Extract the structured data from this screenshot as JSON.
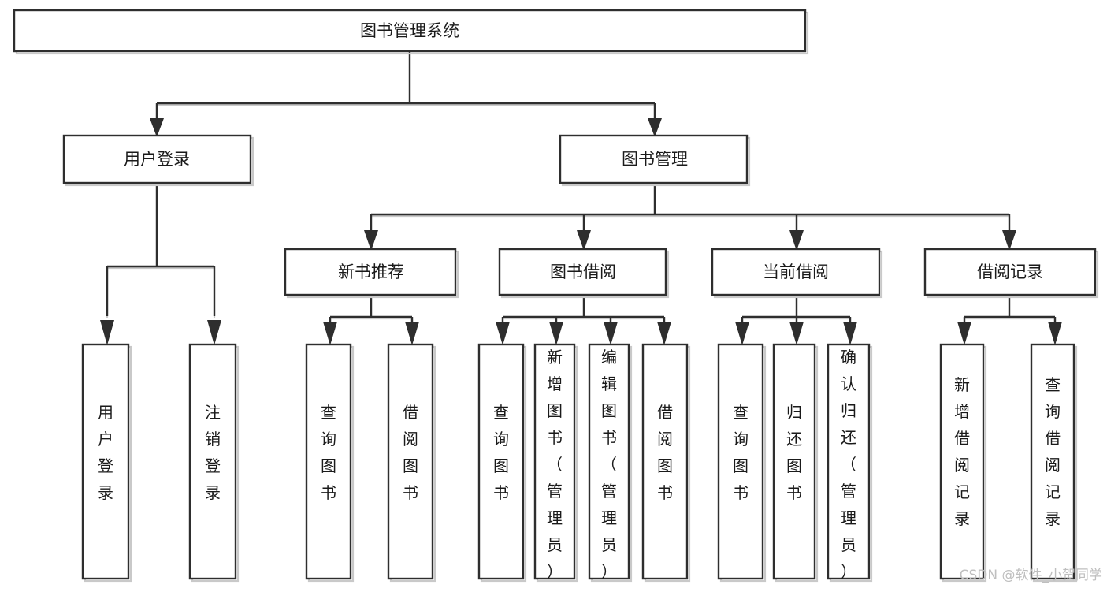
{
  "diagram": {
    "type": "hierarchy-tree",
    "title": "图书管理系统",
    "orientation": "top-down",
    "colors": {
      "box_fill": "#ffffff",
      "box_stroke": "#2e2e2e",
      "shadow": "#c9c9c9",
      "text": "#1a1a1a",
      "watermark": "#bfbfbf",
      "background": "#ffffff"
    },
    "root": {
      "id": "root",
      "label": "图书管理系统",
      "orientation": "horizontal"
    },
    "level2": [
      {
        "id": "user-login",
        "label": "用户登录",
        "orientation": "horizontal"
      },
      {
        "id": "book-management",
        "label": "图书管理",
        "orientation": "horizontal"
      }
    ],
    "level3": [
      {
        "id": "new-book-recommend",
        "label": "新书推荐",
        "orientation": "horizontal",
        "parent": "book-management"
      },
      {
        "id": "book-borrow",
        "label": "图书借阅",
        "orientation": "horizontal",
        "parent": "book-management"
      },
      {
        "id": "current-borrow",
        "label": "当前借阅",
        "orientation": "horizontal",
        "parent": "book-management"
      },
      {
        "id": "borrow-record",
        "label": "借阅记录",
        "orientation": "horizontal",
        "parent": "book-management"
      }
    ],
    "leaves": [
      {
        "id": "leaf-user-login",
        "label": "用户登录",
        "orientation": "vertical",
        "parent": "user-login"
      },
      {
        "id": "leaf-logout",
        "label": "注销登录",
        "orientation": "vertical",
        "parent": "user-login"
      },
      {
        "id": "leaf-query-book-1",
        "label": "查询图书",
        "orientation": "vertical",
        "parent": "new-book-recommend"
      },
      {
        "id": "leaf-borrow-book-1",
        "label": "借阅图书",
        "orientation": "vertical",
        "parent": "new-book-recommend"
      },
      {
        "id": "leaf-query-book-2",
        "label": "查询图书",
        "orientation": "vertical",
        "parent": "book-borrow"
      },
      {
        "id": "leaf-add-book",
        "label": "新增图书（管理员）",
        "orientation": "vertical",
        "parent": "book-borrow"
      },
      {
        "id": "leaf-edit-book",
        "label": "编辑图书（管理员）",
        "orientation": "vertical",
        "parent": "book-borrow"
      },
      {
        "id": "leaf-borrow-book-2",
        "label": "借阅图书",
        "orientation": "vertical",
        "parent": "book-borrow"
      },
      {
        "id": "leaf-query-book-3",
        "label": "查询图书",
        "orientation": "vertical",
        "parent": "current-borrow"
      },
      {
        "id": "leaf-return-book",
        "label": "归还图书",
        "orientation": "vertical",
        "parent": "current-borrow"
      },
      {
        "id": "leaf-confirm-return",
        "label": "确认归还（管理员）",
        "orientation": "vertical",
        "parent": "current-borrow"
      },
      {
        "id": "leaf-add-record",
        "label": "新增借阅记录",
        "orientation": "vertical",
        "parent": "borrow-record"
      },
      {
        "id": "leaf-query-record",
        "label": "查询借阅记录",
        "orientation": "vertical",
        "parent": "borrow-record"
      }
    ],
    "watermark": "CSDN @软件_小贺同学"
  }
}
